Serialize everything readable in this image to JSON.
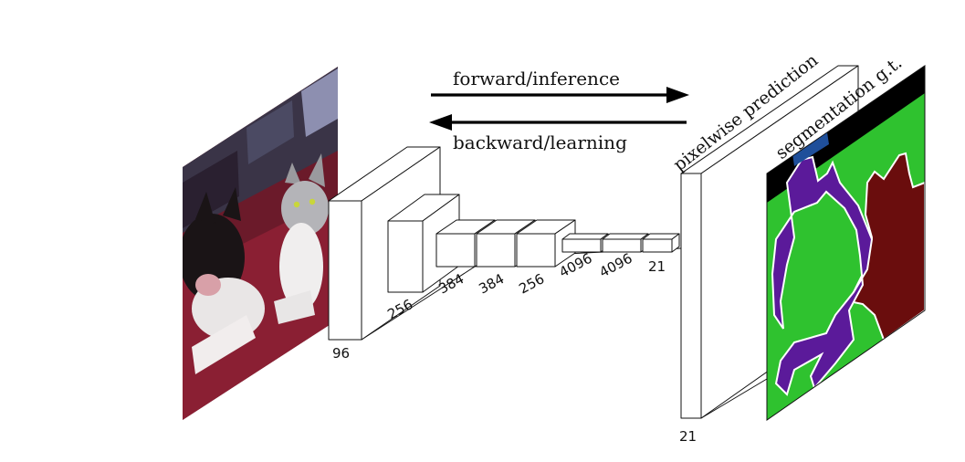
{
  "arrows": {
    "forward_label": "forward/inference",
    "backward_label": "backward/learning"
  },
  "layers": [
    {
      "label": "96"
    },
    {
      "label": "256"
    },
    {
      "label": "384"
    },
    {
      "label": "384"
    },
    {
      "label": "256"
    },
    {
      "label": "4096"
    },
    {
      "label": "4096"
    },
    {
      "label": "21"
    }
  ],
  "output": {
    "prediction_label": "pixelwise prediction",
    "prediction_depth_label": "21",
    "segmentation_label": "segmentation g.t."
  },
  "colors": {
    "segmentation_background": "#2fc22f",
    "segmentation_dog": "#5b1a9a",
    "segmentation_cat": "#6a0d0d",
    "segmentation_border": "#000000",
    "segmentation_unlabeled": "#1f4f9a",
    "photo_background": "#6b1a2a"
  }
}
